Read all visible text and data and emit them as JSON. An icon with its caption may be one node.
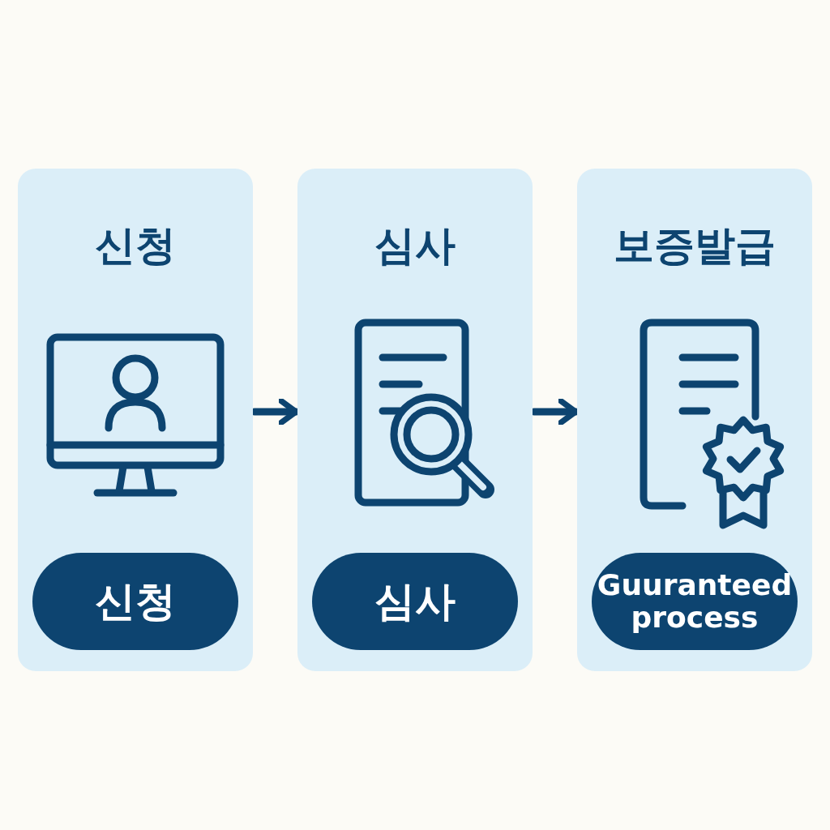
{
  "diagram": {
    "nodes": [
      {
        "text": [
          "신청"
        ]
      },
      {
        "text": [
          "신청"
        ],
        "in": 0
      },
      {
        "text": [
          "심사"
        ]
      },
      {
        "text": [
          "심사"
        ],
        "in": 2
      },
      {
        "text": [
          "보증발급"
        ]
      },
      {
        "text": [
          "Guuranteed process"
        ],
        "in": 4
      }
    ],
    "edges": [
      {
        "from": 0,
        "to": 2,
        "arrow": "to"
      },
      {
        "from": 2,
        "to": 4,
        "arrow": "to"
      }
    ]
  }
}
